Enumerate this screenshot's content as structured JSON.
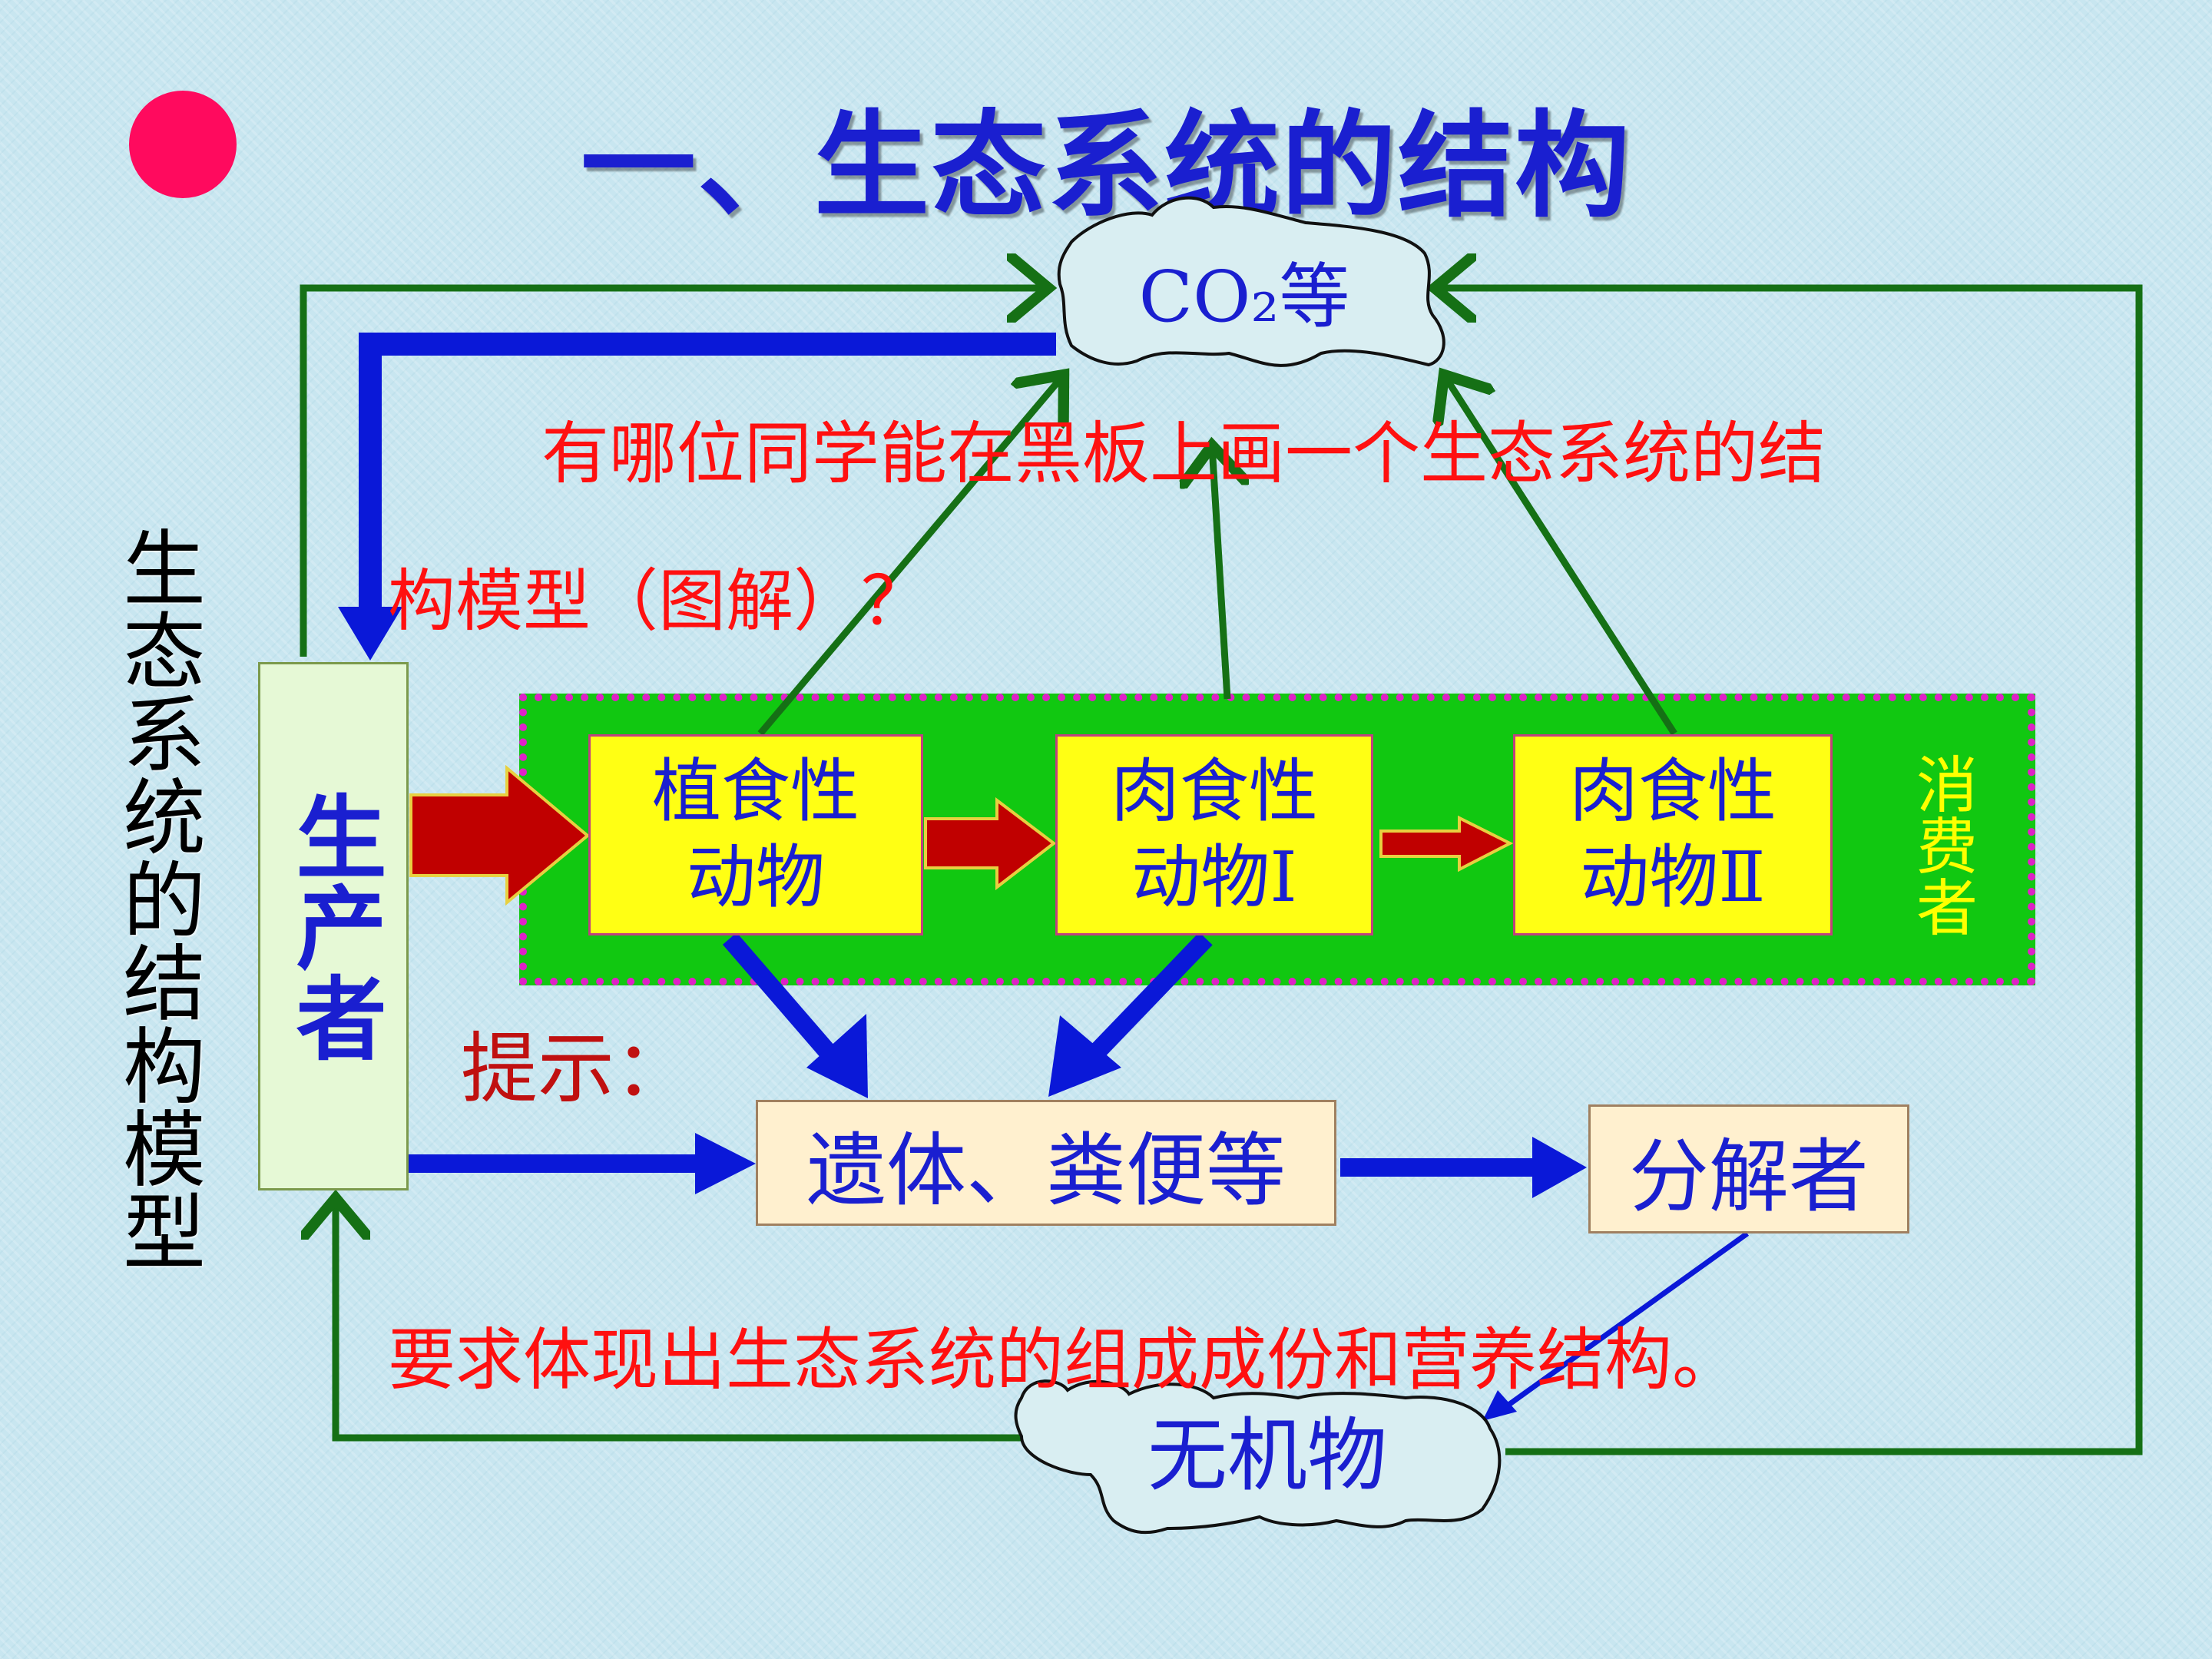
{
  "title": "一、生态系统的结构",
  "vertical_label": "生态系统的结构模型",
  "nodes": {
    "co2": "CO₂等",
    "producer": "生产者",
    "herbivore": "植食性\n动物",
    "carnivore1": "肉食性\n动物Ⅰ",
    "carnivore2": "肉食性\n动物Ⅱ",
    "consumer": "消费者",
    "remains": "遗体、粪便等",
    "decomposer": "分解者",
    "inorganic": "无机物"
  },
  "question_line1": "有哪位同学能在黑板上画一个生态系统的结",
  "question_line2": "构模型（图解）？",
  "hint": "提示：",
  "requirement": "要求体现出生态系统的组成成份和营养结构。",
  "colors": {
    "background": "#c8e6f0",
    "title": "#1a1fd0",
    "dot": "#ff0a5e",
    "green_arrow": "#157015",
    "blue_arrow": "#0a18d8",
    "red_arrow": "#c00000",
    "consumer_area": "#11c811",
    "animal_box": "#ffff14",
    "red_text": "#ff1010"
  }
}
